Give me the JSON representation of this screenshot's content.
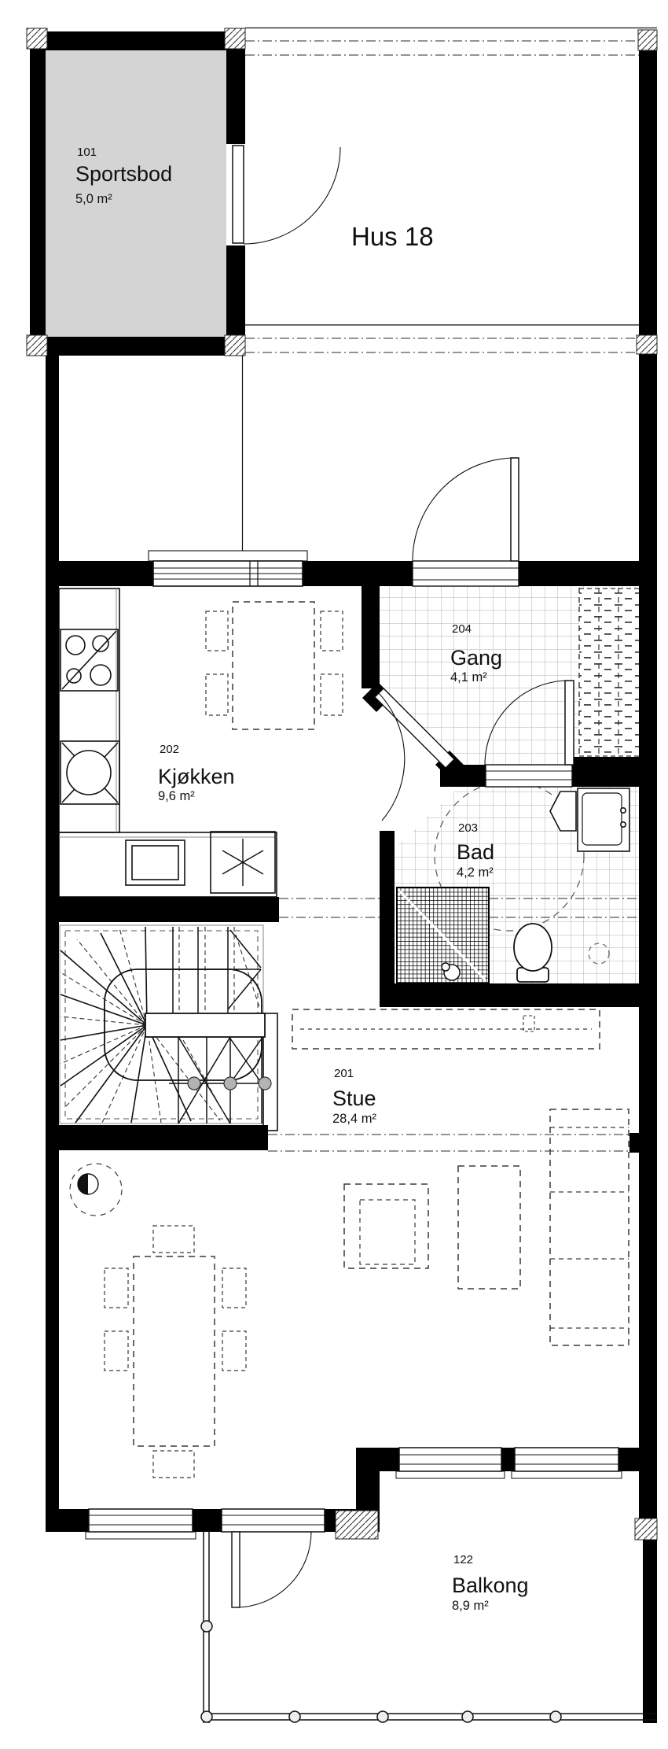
{
  "plan": {
    "title": "Hus 18"
  },
  "rooms": [
    {
      "number": "101",
      "name": "Sportsbod",
      "area": "5,0 m²"
    },
    {
      "number": "202",
      "name": "Kjøkken",
      "area": "9,6 m²"
    },
    {
      "number": "203",
      "name": "Bad",
      "area": "4,2 m²"
    },
    {
      "number": "204",
      "name": "Gang",
      "area": "4,1 m²"
    },
    {
      "number": "201",
      "name": "Stue",
      "area": "28,4 m²"
    },
    {
      "number": "122",
      "name": "Balkong",
      "area": "8,9 m²"
    }
  ],
  "colors": {
    "wall": "#000000",
    "storage_fill": "#d4d4d4",
    "tile_line": "#b0b0b0",
    "furniture_dash": "#3a3a3a",
    "post_fill": "#b3b3b3",
    "background": "#ffffff"
  }
}
